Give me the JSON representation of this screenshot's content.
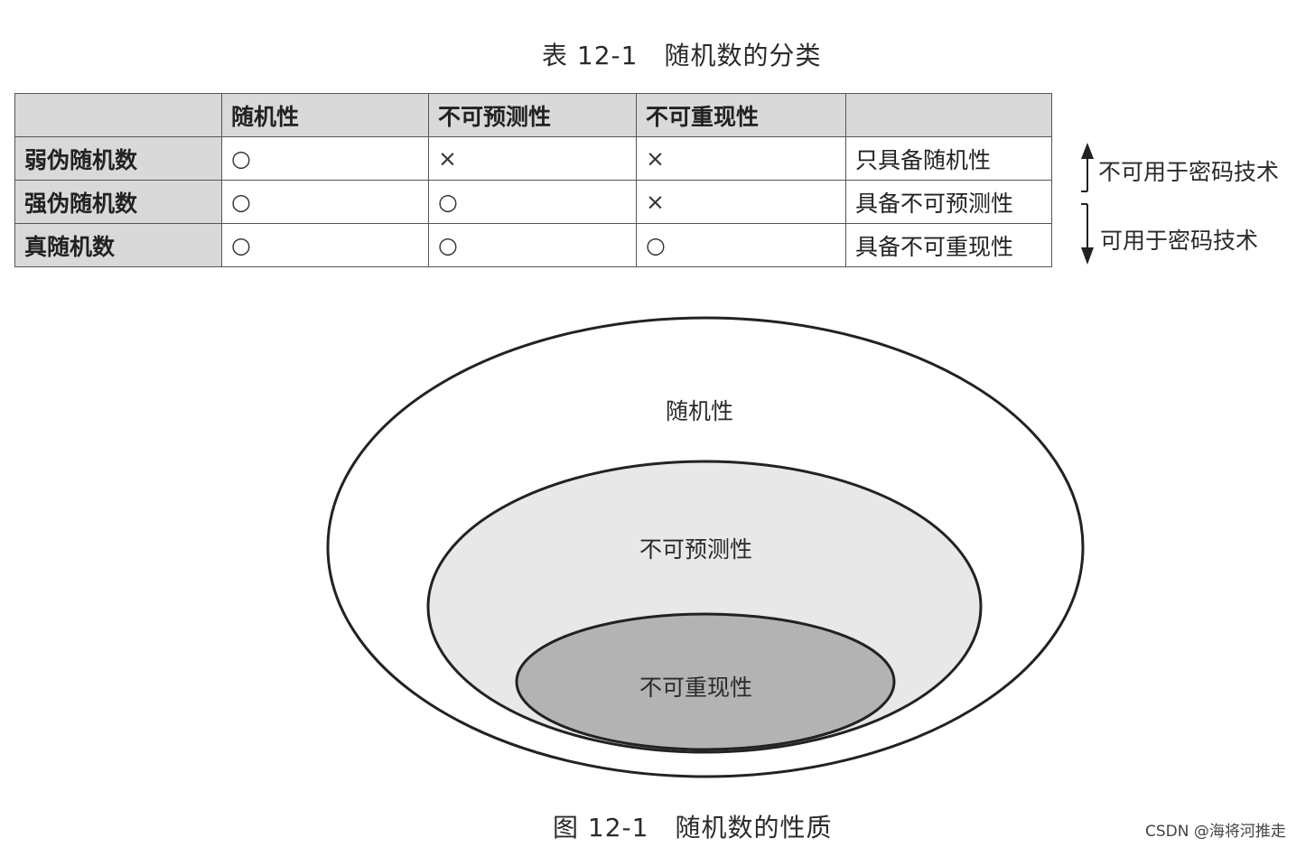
{
  "table_caption": "表 12-1　随机数的分类",
  "table": {
    "headers": [
      "",
      "随机性",
      "不可预测性",
      "不可重现性",
      ""
    ],
    "rows": [
      {
        "name": "弱伪随机数",
        "cells": [
          "○",
          "×",
          "×"
        ],
        "note": "只具备随机性"
      },
      {
        "name": "强伪随机数",
        "cells": [
          "○",
          "○",
          "×"
        ],
        "note": "具备不可预测性"
      },
      {
        "name": "真随机数",
        "cells": [
          "○",
          "○",
          "○"
        ],
        "note": "具备不可重现性"
      }
    ]
  },
  "side_notes": {
    "top": "不可用于密码技术",
    "bottom": "可用于密码技术"
  },
  "diagram": {
    "outer_label": "随机性",
    "middle_label": "不可预测性",
    "inner_label": "不可重现性",
    "colors": {
      "outer": "#ffffff",
      "middle": "#e8e8e8",
      "inner": "#b3b3b3",
      "stroke": "#222222"
    }
  },
  "figure_caption": "图 12-1　随机数的性质",
  "watermark": "CSDN @海将河推走"
}
